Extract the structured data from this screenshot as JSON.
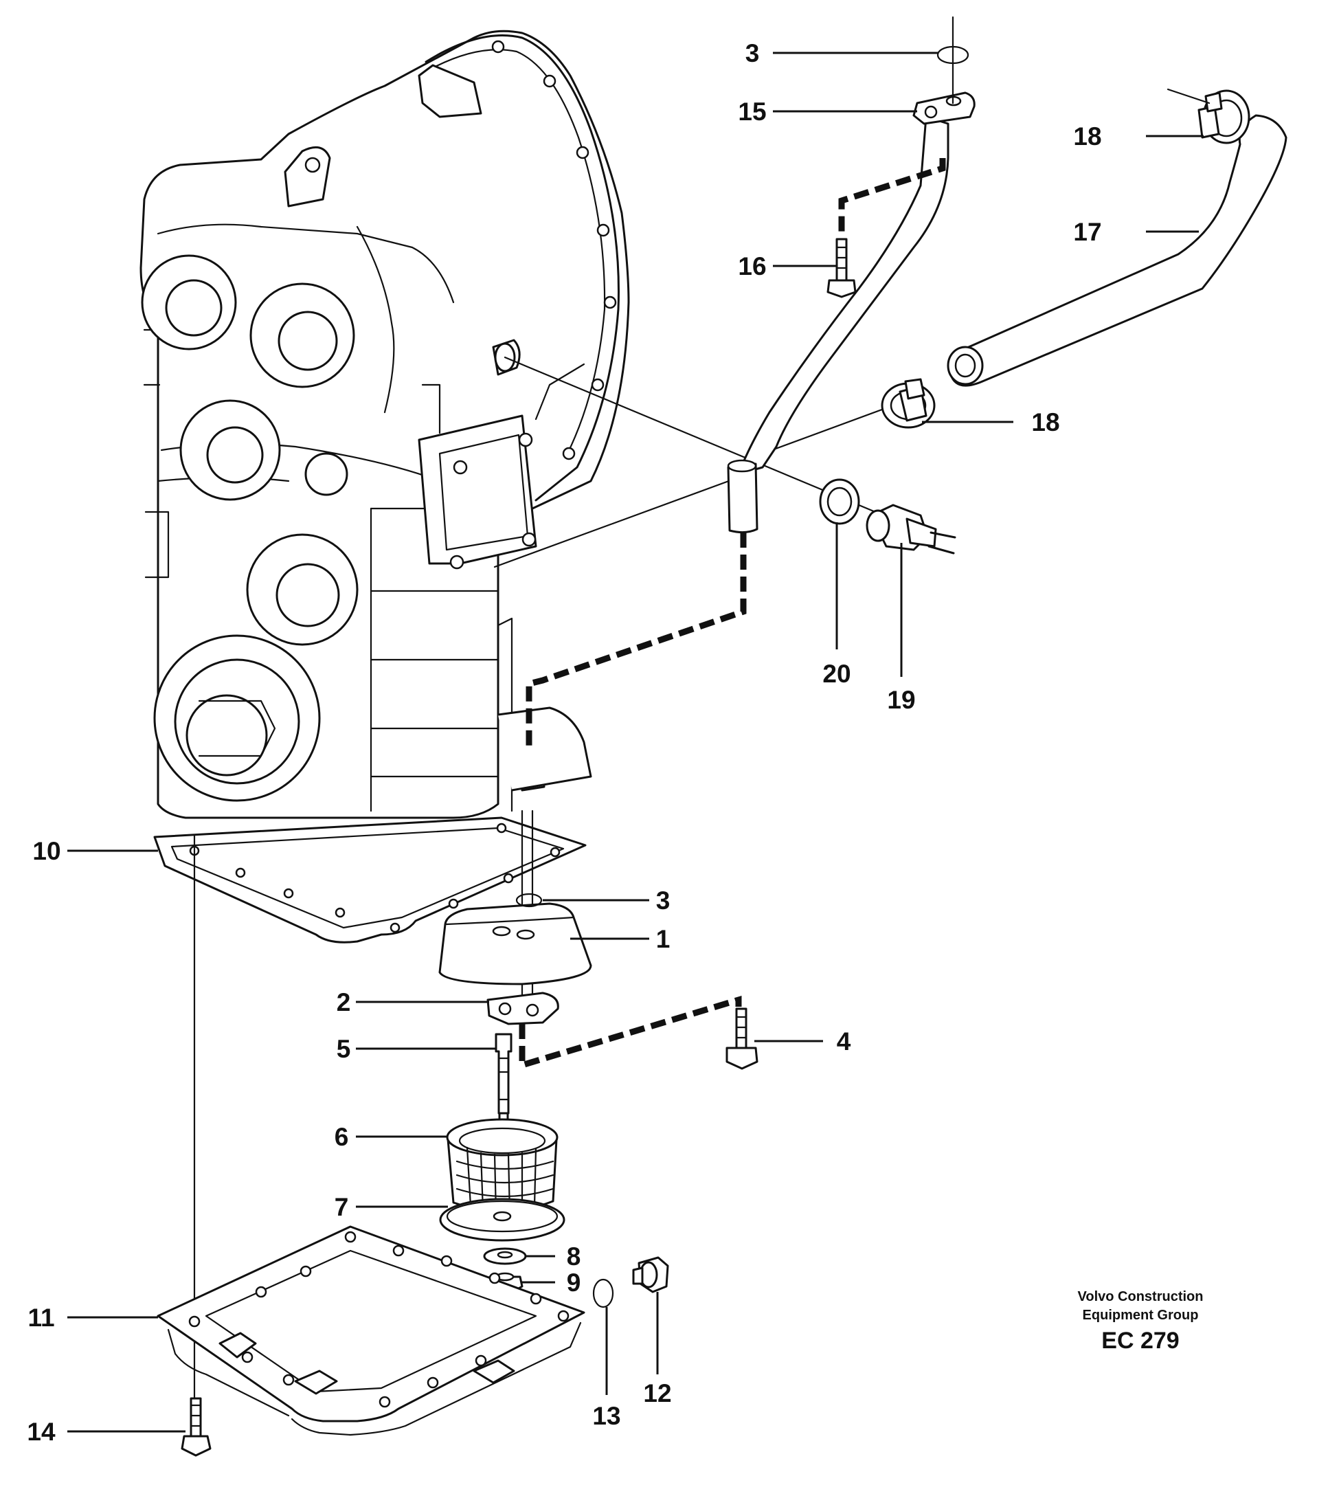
{
  "callouts": [
    {
      "id": "3a",
      "label": "3"
    },
    {
      "id": "15",
      "label": "15"
    },
    {
      "id": "16",
      "label": "16"
    },
    {
      "id": "18a",
      "label": "18"
    },
    {
      "id": "17",
      "label": "17"
    },
    {
      "id": "18b",
      "label": "18"
    },
    {
      "id": "20",
      "label": "20"
    },
    {
      "id": "19",
      "label": "19"
    },
    {
      "id": "10",
      "label": "10"
    },
    {
      "id": "3b",
      "label": "3"
    },
    {
      "id": "1",
      "label": "1"
    },
    {
      "id": "2",
      "label": "2"
    },
    {
      "id": "4",
      "label": "4"
    },
    {
      "id": "5",
      "label": "5"
    },
    {
      "id": "6",
      "label": "6"
    },
    {
      "id": "7",
      "label": "7"
    },
    {
      "id": "8",
      "label": "8"
    },
    {
      "id": "9",
      "label": "9"
    },
    {
      "id": "11",
      "label": "11"
    },
    {
      "id": "12",
      "label": "12"
    },
    {
      "id": "13",
      "label": "13"
    },
    {
      "id": "14",
      "label": "14"
    }
  ],
  "credit": {
    "line1": "Volvo Construction",
    "line2": "Equipment Group",
    "code": "EC 279"
  }
}
